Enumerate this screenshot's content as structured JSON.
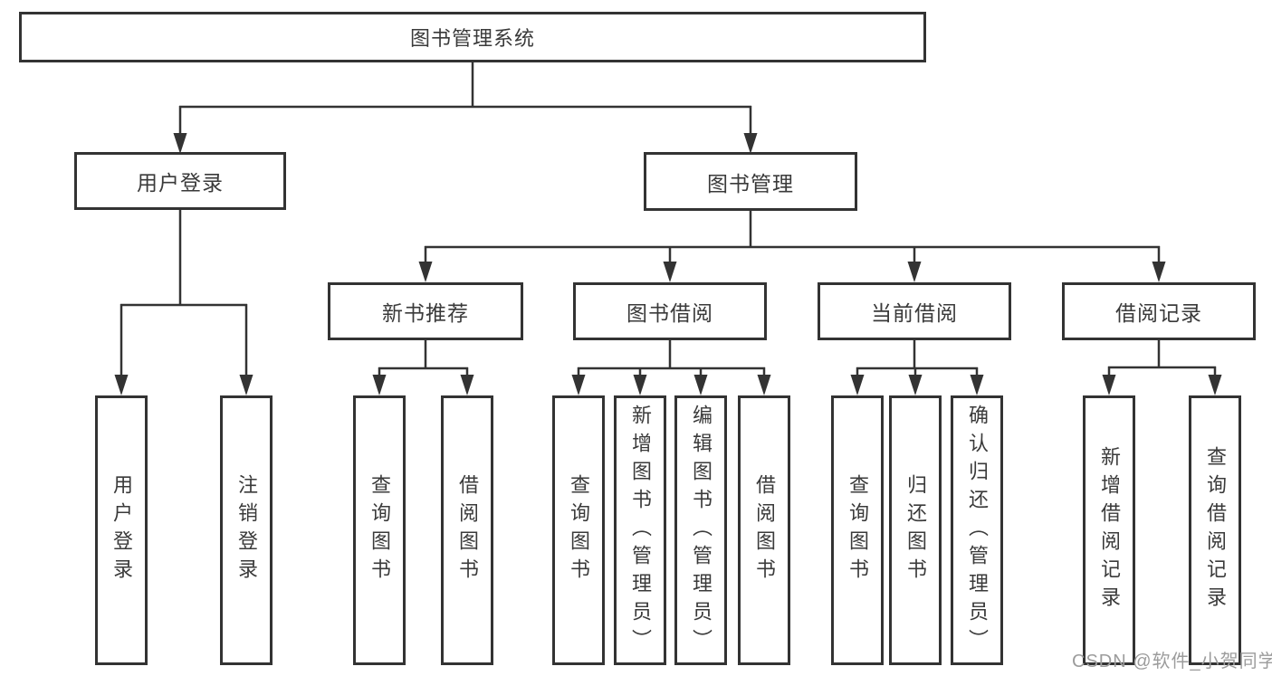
{
  "diagram": {
    "root": "图书管理系统",
    "level2": {
      "user_login": "用户登录",
      "book_mgmt": "图书管理"
    },
    "level3": {
      "new_recommend": "新书推荐",
      "book_borrow": "图书借阅",
      "current_borrow": "当前借阅",
      "borrow_records": "借阅记录"
    },
    "user_branch": {
      "login": "用户登录",
      "logout": "注销登录"
    },
    "recommend_branch": {
      "query": "查询图书",
      "borrow": "借阅图书"
    },
    "borrow_branch": {
      "query": "查询图书",
      "add": "新增图书（管理员）",
      "edit": "编辑图书（管理员）",
      "borrow": "借阅图书"
    },
    "current_branch": {
      "query": "查询图书",
      "return": "归还图书",
      "confirm": "确认归还（管理员）"
    },
    "records_branch": {
      "add": "新增借阅记录",
      "query": "查询借阅记录"
    }
  },
  "watermark": "CSDN @软件_小贺同学",
  "colors": {
    "line": "#333333",
    "box_border": "#333333",
    "text": "#3a3a3a",
    "watermark": "#9c9c9c",
    "background": "#ffffff"
  }
}
